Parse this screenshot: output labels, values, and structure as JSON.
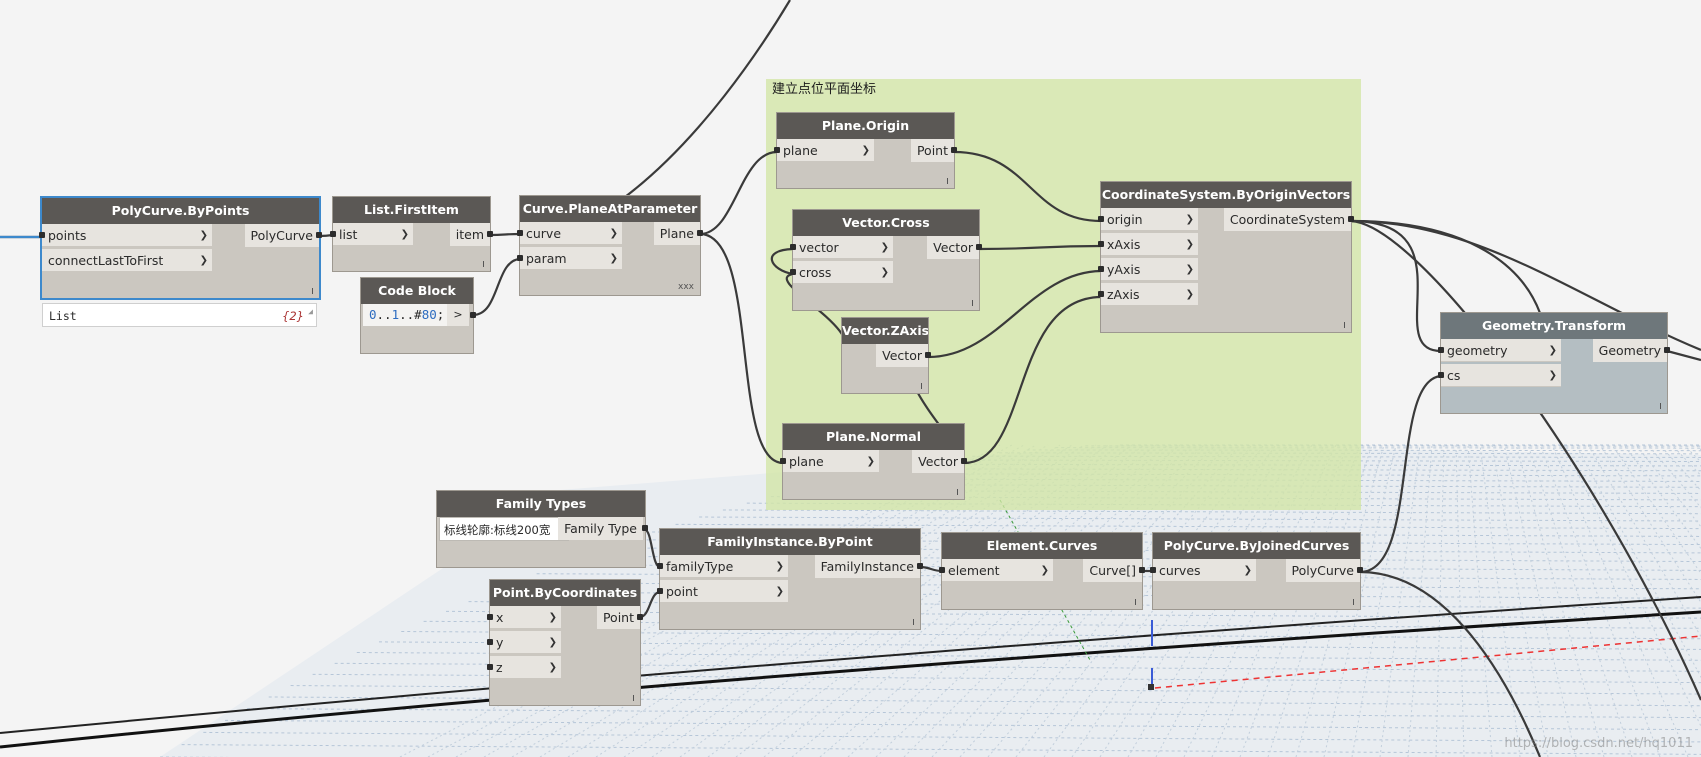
{
  "group": {
    "title": "建立点位平面坐标"
  },
  "nodes": {
    "polycurve_bypoints": {
      "title": "PolyCurve.ByPoints",
      "in": [
        "points",
        "connectLastToFirst"
      ],
      "out": "PolyCurve"
    },
    "watch": {
      "value": "List",
      "count": "{2}"
    },
    "list_firstitem": {
      "title": "List.FirstItem",
      "in": [
        "list"
      ],
      "out": "item"
    },
    "code_block": {
      "title": "Code Block",
      "out": ">"
    },
    "curve_planeatparameter": {
      "title": "Curve.PlaneAtParameter",
      "in": [
        "curve",
        "param"
      ],
      "out": "Plane",
      "lacing": "xxx"
    },
    "plane_origin": {
      "title": "Plane.Origin",
      "in": [
        "plane"
      ],
      "out": "Point"
    },
    "vector_cross": {
      "title": "Vector.Cross",
      "in": [
        "vector",
        "cross"
      ],
      "out": "Vector"
    },
    "vector_zaxis": {
      "title": "Vector.ZAxis",
      "out": "Vector"
    },
    "plane_normal": {
      "title": "Plane.Normal",
      "in": [
        "plane"
      ],
      "out": "Vector"
    },
    "coord_system": {
      "title": "CoordinateSystem.ByOriginVectors",
      "in": [
        "origin",
        "xAxis",
        "yAxis",
        "zAxis"
      ],
      "out": "CoordinateSystem"
    },
    "geometry_transform": {
      "title": "Geometry.Transform",
      "in": [
        "geometry",
        "cs"
      ],
      "out": "Geometry"
    },
    "family_types": {
      "title": "Family Types",
      "selected": "标线轮廓:标线200宽",
      "out": "Family Type"
    },
    "familyinstance_bypoint": {
      "title": "FamilyInstance.ByPoint",
      "in": [
        "familyType",
        "point"
      ],
      "out": "FamilyInstance"
    },
    "element_curves": {
      "title": "Element.Curves",
      "in": [
        "element"
      ],
      "out": "Curve[]"
    },
    "polycurve_byjoined": {
      "title": "PolyCurve.ByJoinedCurves",
      "in": [
        "curves"
      ],
      "out": "PolyCurve"
    },
    "point_bycoordinates": {
      "title": "Point.ByCoordinates",
      "in": [
        "x",
        "y",
        "z"
      ],
      "out": "Point"
    }
  },
  "watermark": "https://blog.csdn.net/hq1011"
}
